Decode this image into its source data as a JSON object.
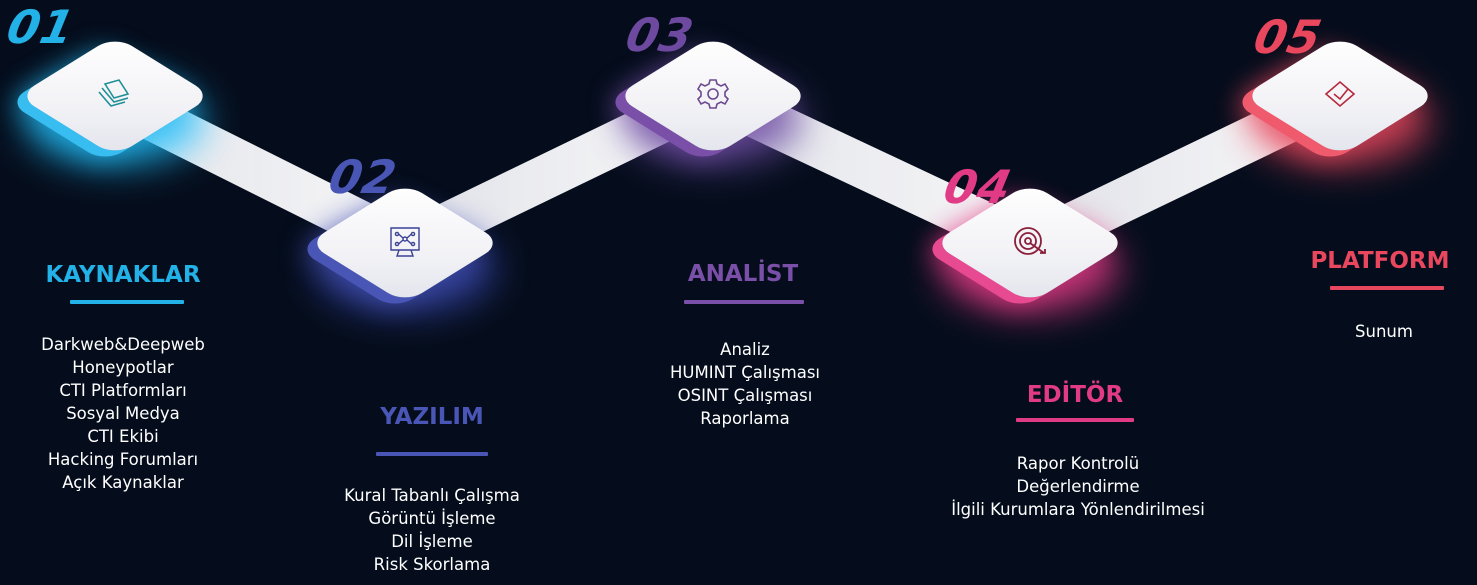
{
  "steps": [
    {
      "number": "01",
      "title": "KAYNAKLAR",
      "color": "#23b2e8",
      "icon": "layers-icon",
      "items": [
        "Darkweb&Deepweb",
        "Honeypotlar",
        "CTI Platformları",
        "Sosyal Medya",
        "CTI Ekibi",
        "Hacking Forumları",
        "Açık Kaynaklar"
      ]
    },
    {
      "number": "02",
      "title": "YAZILIM",
      "color": "#4a56b5",
      "icon": "circuit-monitor-icon",
      "items": [
        "Kural Tabanlı Çalışma",
        "Görüntü İşleme",
        "Dil İşleme",
        "Risk Skorlama"
      ]
    },
    {
      "number": "03",
      "title": "ANALİST",
      "color": "#7a4fa8",
      "icon": "gear-icon",
      "items": [
        "Analiz",
        "HUMINT Çalışması",
        "OSINT Çalışması",
        "Raporlama"
      ]
    },
    {
      "number": "04",
      "title": "EDİTÖR",
      "color": "#e23b86",
      "icon": "target-icon",
      "items": [
        "Rapor Kontrolü",
        "Değerlendirme",
        "İlgili Kurumlara Yönlendirilmesi"
      ]
    },
    {
      "number": "05",
      "title": "PLATFORM",
      "color": "#e8475e",
      "icon": "platform-icon",
      "items": [
        "Sunum"
      ]
    }
  ]
}
